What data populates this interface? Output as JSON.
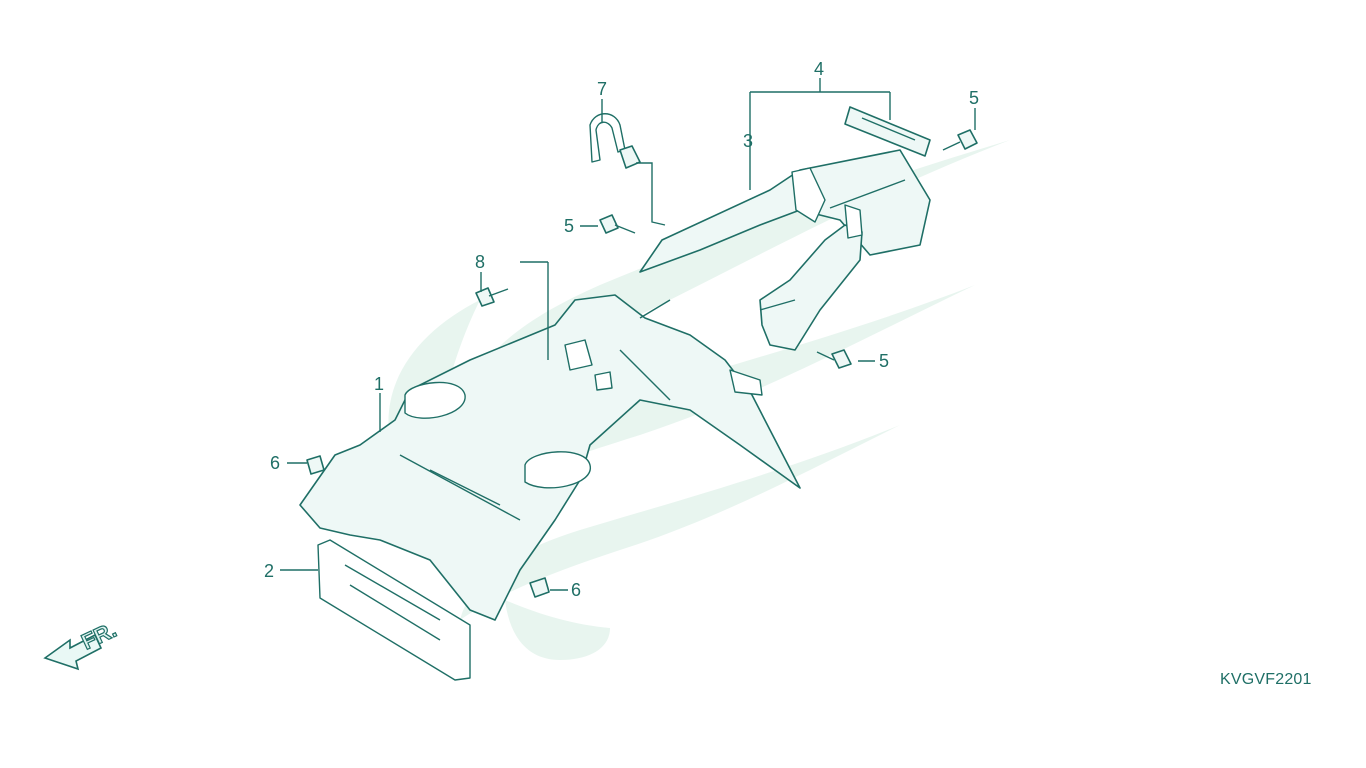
{
  "diagram": {
    "code": "KVGVF2201",
    "front_arrow_label": "FR.",
    "callouts": [
      {
        "id": "c1",
        "label": "1"
      },
      {
        "id": "c2",
        "label": "2"
      },
      {
        "id": "c3",
        "label": "3"
      },
      {
        "id": "c4",
        "label": "4"
      },
      {
        "id": "c5a",
        "label": "5"
      },
      {
        "id": "c5b",
        "label": "5"
      },
      {
        "id": "c5c",
        "label": "5"
      },
      {
        "id": "c6a",
        "label": "6"
      },
      {
        "id": "c6b",
        "label": "6"
      },
      {
        "id": "c7",
        "label": "7"
      },
      {
        "id": "c8",
        "label": "8"
      }
    ]
  },
  "colors": {
    "line": "#1f6f66",
    "fill": "#eef8f6",
    "watermark": "#e8f5ef",
    "background": "#ffffff"
  }
}
